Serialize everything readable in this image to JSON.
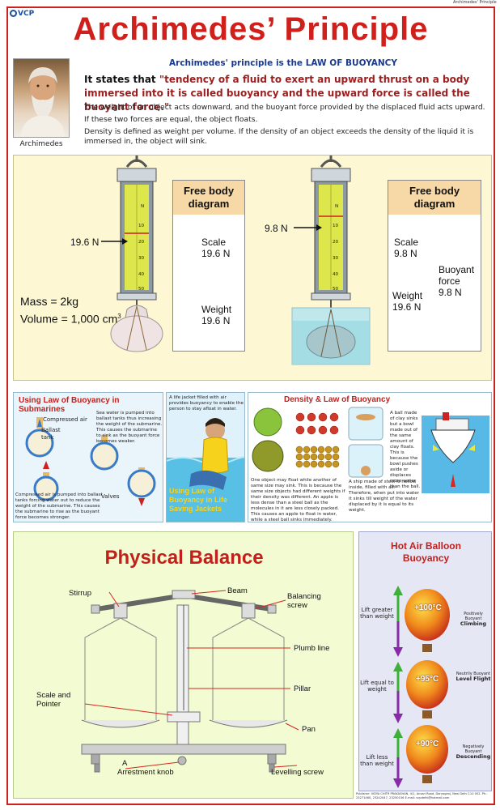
{
  "header": {
    "corner_tag": "Archimedes' Principle",
    "logo": "VCP",
    "title": "Archimedes’ Principle"
  },
  "intro": {
    "portrait_caption": "Archimedes",
    "subtitle": "Archimedes' principle is the LAW OF BUOYANCY",
    "states_prefix": "It states that ",
    "states_quote": "\"tendency of a fluid to exert an upward thrust on a body immersed into it is called buoyancy and the upward force is called the buoyant force.\"",
    "para1": "The weight of an object acts downward, and the buoyant force provided by the displaced fluid acts upward.",
    "para2": "If these two forces are equal, the object floats.",
    "para3": "Density is defined as weight per volume. If the density of an object exceeds the density of the liquid it is immersed in, the object will sink."
  },
  "experiment": {
    "scale_ticks": [
      "N",
      "10",
      "20",
      "30",
      "40",
      "50"
    ],
    "left_reading": "19.6 N",
    "right_reading": "9.8 N",
    "mass": "Mass = 2kg",
    "volume": "Volume = 1,000 cm",
    "volume_sup": "3",
    "fbd_title_1": "Free body",
    "fbd_title_2": "diagram",
    "left_fbd": {
      "scale": "Scale",
      "scale_value": "19.6 N",
      "weight": "Weight",
      "weight_value": "19.6 N"
    },
    "right_fbd": {
      "scale": "Scale",
      "scale_value": "9.8 N",
      "buoyant": "Buoyant",
      "buoyant_2": "force",
      "buoyant_value": "9.8 N",
      "weight": "Weight",
      "weight_value": "19.6 N"
    }
  },
  "submarine": {
    "title": "Using Law of Buoyancy in Submarines",
    "compressed_air": "Compressed air",
    "ballast_tank": "Ballast tank",
    "valves": "Valves",
    "note_top": "Sea water is pumped into ballast tanks thus increasing the weight of the submarine. This causes the submarine to sink as the buoyant force becomes weaker.",
    "note_bottom": "Compressed air is pumped into ballast tanks forcing water out to reduce the weight of the submarine. This causes the submarine to rise as the buoyant force becomes stronger."
  },
  "jacket": {
    "note": "A life jacket filled with air provides buoyancy to enable the person to stay afloat in water.",
    "title": "Using Law of Buoyancy in Life Saving Jackets"
  },
  "density": {
    "title": "Density & Law of Buoyancy",
    "clay_note": "A ball made of clay sinks but a bowl made out of the same amount of clay floats. This is because the bowl pushes aside or displaces more water than the ball.",
    "apple_note": "One object may float while another of same size may sink. This is because the same size objects had different weights if their density was different. An apple is less dense than a steel ball as the molecules in it are less closely packed. This causes an apple to float in water, while a steel ball sinks immediately.",
    "ship_note": "A ship made of steel is hollow inside, filled with air. Therefore, when put into water it sinks till weight of the water displaced by it is equal to its weight."
  },
  "balance": {
    "title": "Physical Balance",
    "stirrup": "Stirrup",
    "beam": "Beam",
    "balancing_screw": "Balancing screw",
    "plumb_line": "Plumb line",
    "pillar": "Pillar",
    "scale_pointer": "Scale and Pointer",
    "pan": "Pan",
    "knob_letter": "A",
    "arrestment_knob": "Arrestment knob",
    "levelling_screw": "Levelling screw"
  },
  "balloon": {
    "title_1": "Hot Air Balloon",
    "title_2": "Buoyancy",
    "rows": [
      {
        "lift": "Lift greater than weight",
        "temp": "+100°C",
        "state_1": "Positively Buoyant",
        "state_2": "Climbing"
      },
      {
        "lift": "Lift equal to weight",
        "temp": "+95°C",
        "state_1": "Neutrily Buoyant",
        "state_2": "Level Flight"
      },
      {
        "lift": "Lift less than weight",
        "temp": "+90°C",
        "state_1": "Negatively Buoyant",
        "state_2": "Descending"
      }
    ]
  },
  "footer": {
    "publisher": "Publisher: VIDYA CHITR PRAKASHAN, 4/1, Ansari Road, Daryaganj, New Delhi 110 002. Ph.: 23271460, 23242047, 23250156 E-mail: vcpdelhi@hotmail.com"
  },
  "colors": {
    "title_red": "#d0201b",
    "navy": "#1a3a90",
    "arrow_red": "#d8261f",
    "arrow_blue": "#1f3fcf",
    "lift_green": "#3fae3a",
    "lift_purple": "#8a2aa8"
  }
}
